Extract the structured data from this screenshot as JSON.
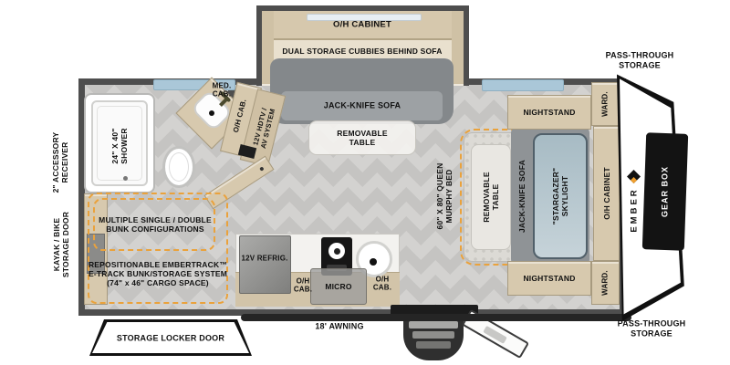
{
  "exterior": {
    "pass_through_top": "PASS-THROUGH\nSTORAGE",
    "pass_through_bottom": "PASS-THROUGH\nSTORAGE",
    "accessory_receiver": "2\" ACCESSORY\nRECEIVER",
    "kayak_bike_door": "KAYAK / BIKE\nSTORAGE DOOR",
    "storage_locker_door": "STORAGE LOCKER DOOR",
    "awning": "18' AWNING",
    "gear_box": "GEAR BOX",
    "brand": "EMBER"
  },
  "slideout": {
    "oh_cabinet": "O/H CABINET",
    "dual_storage": "DUAL STORAGE CUBBIES BEHIND SOFA",
    "sofa": "JACK-KNIFE SOFA",
    "table": "REMOVABLE\nTABLE"
  },
  "bathroom": {
    "shower": "24\" X 40\"\nSHOWER",
    "med_cab": "MED.\nCAB."
  },
  "media": {
    "oh_cab": "O/H CAB.",
    "av_system": "12V HDTV /\nAV SYSTEM"
  },
  "bunk": {
    "configurations": "MULTIPLE SINGLE / DOUBLE\nBUNK CONFIGURATIONS",
    "etrack": "REPOSITIONABLE EMBERTRACK™\nE-TRACK BUNK/STORAGE SYSTEM\n(74\" x 46\" CARGO SPACE)"
  },
  "kitchen": {
    "refrigerator": "12V REFRIG.",
    "oh_cab_left": "O/H\nCAB.",
    "microwave": "MICRO",
    "oh_cab_right": "O/H\nCAB."
  },
  "bedroom": {
    "nightstand_top": "NIGHTSTAND",
    "nightstand_bottom": "NIGHTSTAND",
    "murphy_bed": "60\" X 80\" QUEEN\nMURPHY BED",
    "table": "REMOVABLE\nTABLE",
    "sofa": "JACK-KNIFE SOFA",
    "skylight": "\"STARGAZER\"\nSKYLIGHT",
    "oh_cabinet": "O/H CABINET",
    "ward_top": "WARD.",
    "ward_bottom": "WARD."
  },
  "colors": {
    "accent_dash": "#EAA23C",
    "wall": "#4E4E4E",
    "cabinet_tan": "#D7C9AE",
    "sofa_gray": "#8F9396",
    "skylight_blue": "#A7BBC4",
    "window_blue": "#AAC7D8",
    "brand_orange": "#F0A030"
  }
}
